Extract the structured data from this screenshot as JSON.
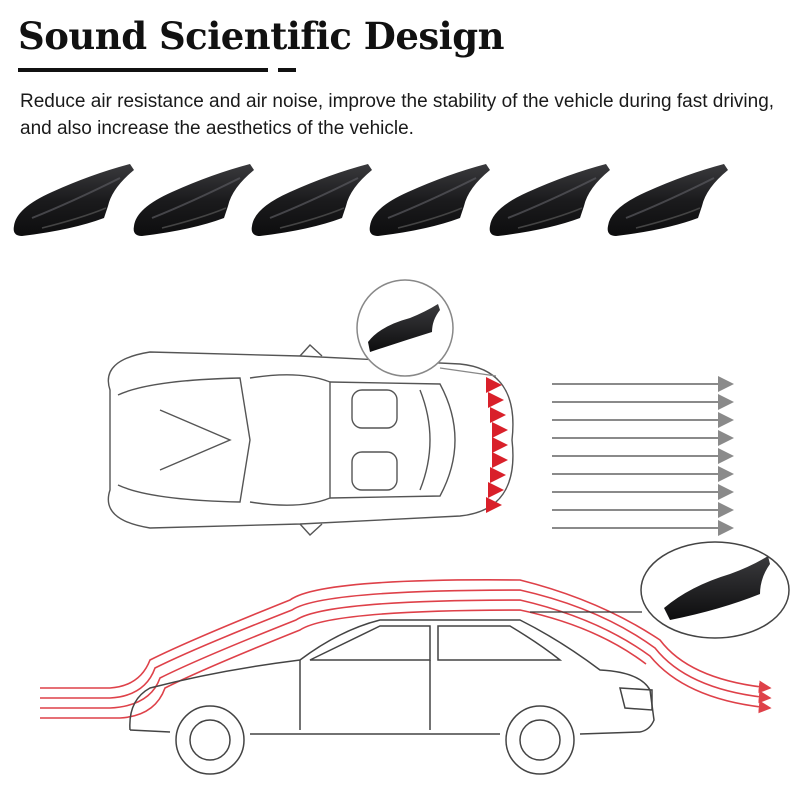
{
  "header": {
    "title": "Sound Scientific Design",
    "description": "Reduce air resistance and air noise, improve the stability of the vehicle during fast driving, and also increase the aesthetics of the vehicle."
  },
  "product": {
    "fin_count": 6,
    "icon": "shark-fin-spoiler-icon",
    "fin_color": "#1c1c1e"
  },
  "colors": {
    "airflow_red": "#d9202a",
    "airflow_gray": "#8a8a8a",
    "outline": "#555555"
  }
}
